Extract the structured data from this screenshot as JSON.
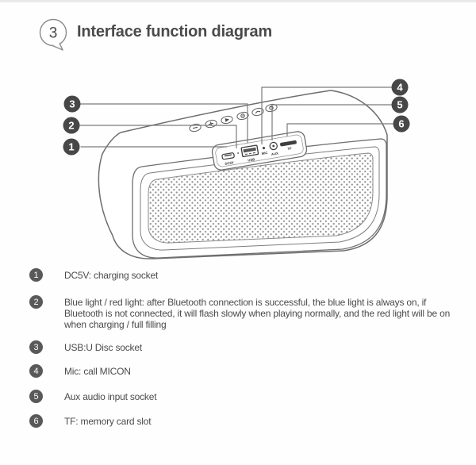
{
  "header": {
    "step_number": "3",
    "title": "Interface function diagram"
  },
  "diagram": {
    "callout_numbers": [
      "1",
      "2",
      "3",
      "4",
      "5",
      "6"
    ],
    "port_labels": {
      "dc5v": "DC5V",
      "usb": "USB",
      "mic": "MIC",
      "aux": "AUX",
      "tf": "TF"
    },
    "colors": {
      "callout_fill": "#474747",
      "line_stroke": "#7b7b7b",
      "art_stroke": "#6e6e6e"
    }
  },
  "legend": {
    "items": [
      {
        "num": "1",
        "text": "DC5V: charging socket"
      },
      {
        "num": "2",
        "text": "Blue light / red light: after Bluetooth connection is successful, the blue light is always on, if Bluetooth is not connected, it will flash slowly when playing normally, and the red light will be on when charging / full filling"
      },
      {
        "num": "3",
        "text": "USB:U Disc socket"
      },
      {
        "num": "4",
        "text": "Mic: call MICON"
      },
      {
        "num": "5",
        "text": "Aux audio input socket"
      },
      {
        "num": "6",
        "text": "TF: memory card slot"
      }
    ]
  }
}
